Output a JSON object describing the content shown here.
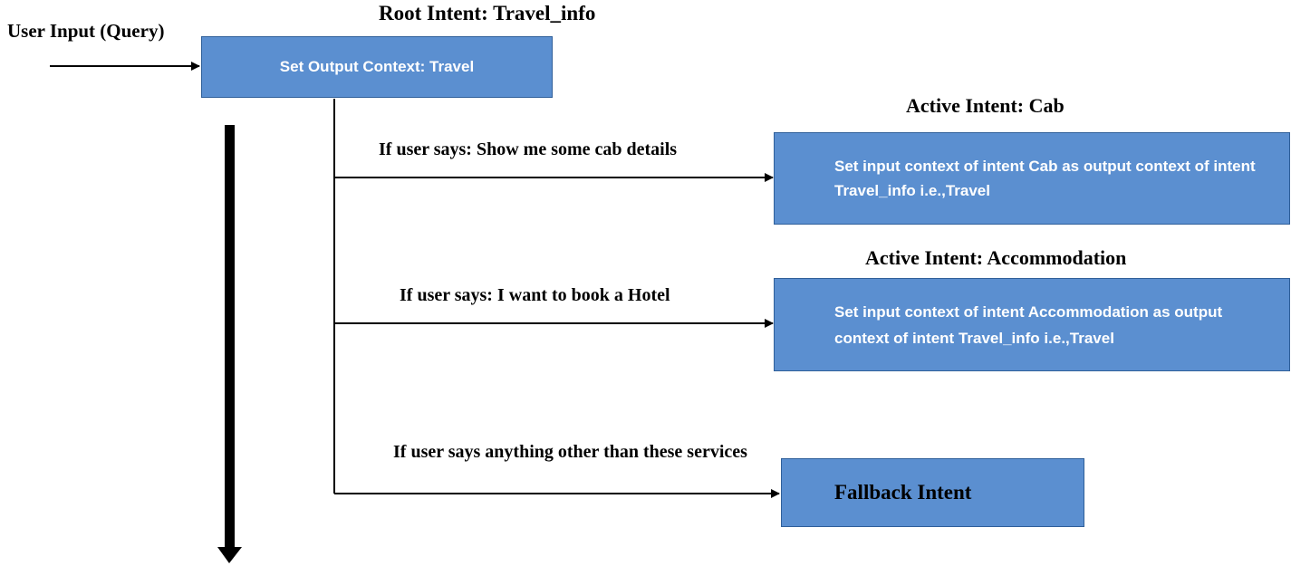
{
  "diagram": {
    "user_input_label": "User Input (Query)",
    "root_intent": {
      "heading": "Root Intent: Travel_info",
      "box_text": "Set Output Context: Travel"
    },
    "branches": [
      {
        "condition": "If user says: Show me some cab details",
        "heading": "Active Intent: Cab",
        "box_text": "Set input context of intent Cab as output context of intent Travel_info i.e.,Travel"
      },
      {
        "condition": "If user says: I want to book a Hotel",
        "heading": "Active Intent: Accommodation",
        "box_text": "Set input context of intent Accommodation as output context of intent Travel_info i.e.,Travel"
      },
      {
        "condition": "If user says anything other than these services",
        "heading": "",
        "box_text": "Fallback Intent"
      }
    ],
    "colors": {
      "box_fill": "#5b8fd0",
      "box_border": "#2f5f99",
      "line": "#000000"
    }
  }
}
